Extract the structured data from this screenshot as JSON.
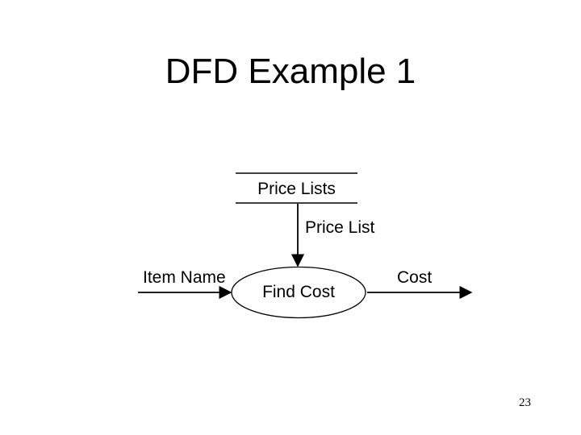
{
  "slide": {
    "title": "DFD Example 1",
    "page_number": "23",
    "background_color": "#ffffff",
    "ink_color": "#000000"
  },
  "diagram": {
    "type": "data-flow-diagram",
    "data_store": {
      "label": "Price Lists",
      "symbol": "two-parallel-horizontal-lines"
    },
    "process": {
      "label": "Find Cost",
      "symbol": "ellipse"
    },
    "flows": [
      {
        "label": "Price List",
        "from": "Price Lists",
        "to": "Find Cost",
        "direction": "down"
      },
      {
        "label": "Item Name",
        "from": "external",
        "to": "Find Cost",
        "direction": "right"
      },
      {
        "label": "Cost",
        "from": "Find Cost",
        "to": "external",
        "direction": "right"
      }
    ]
  }
}
